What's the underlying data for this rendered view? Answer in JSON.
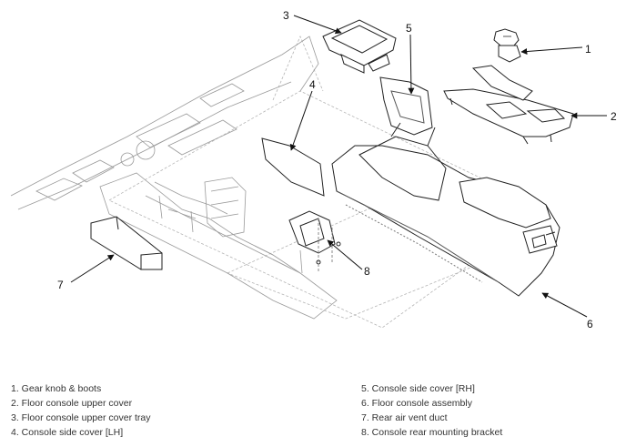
{
  "callouts": {
    "c1": "1",
    "c2": "2",
    "c3": "3",
    "c4": "4",
    "c5": "5",
    "c6": "6",
    "c7": "7",
    "c8": "8"
  },
  "legend": {
    "left": [
      "1. Gear knob & boots",
      "2. Floor console upper cover",
      "3. Floor console upper cover tray",
      "4. Console side cover [LH]"
    ],
    "right": [
      "5. Console side cover [RH]",
      "6. Floor console assembly",
      "7. Rear air vent duct",
      "8. Console rear mounting bracket"
    ]
  }
}
